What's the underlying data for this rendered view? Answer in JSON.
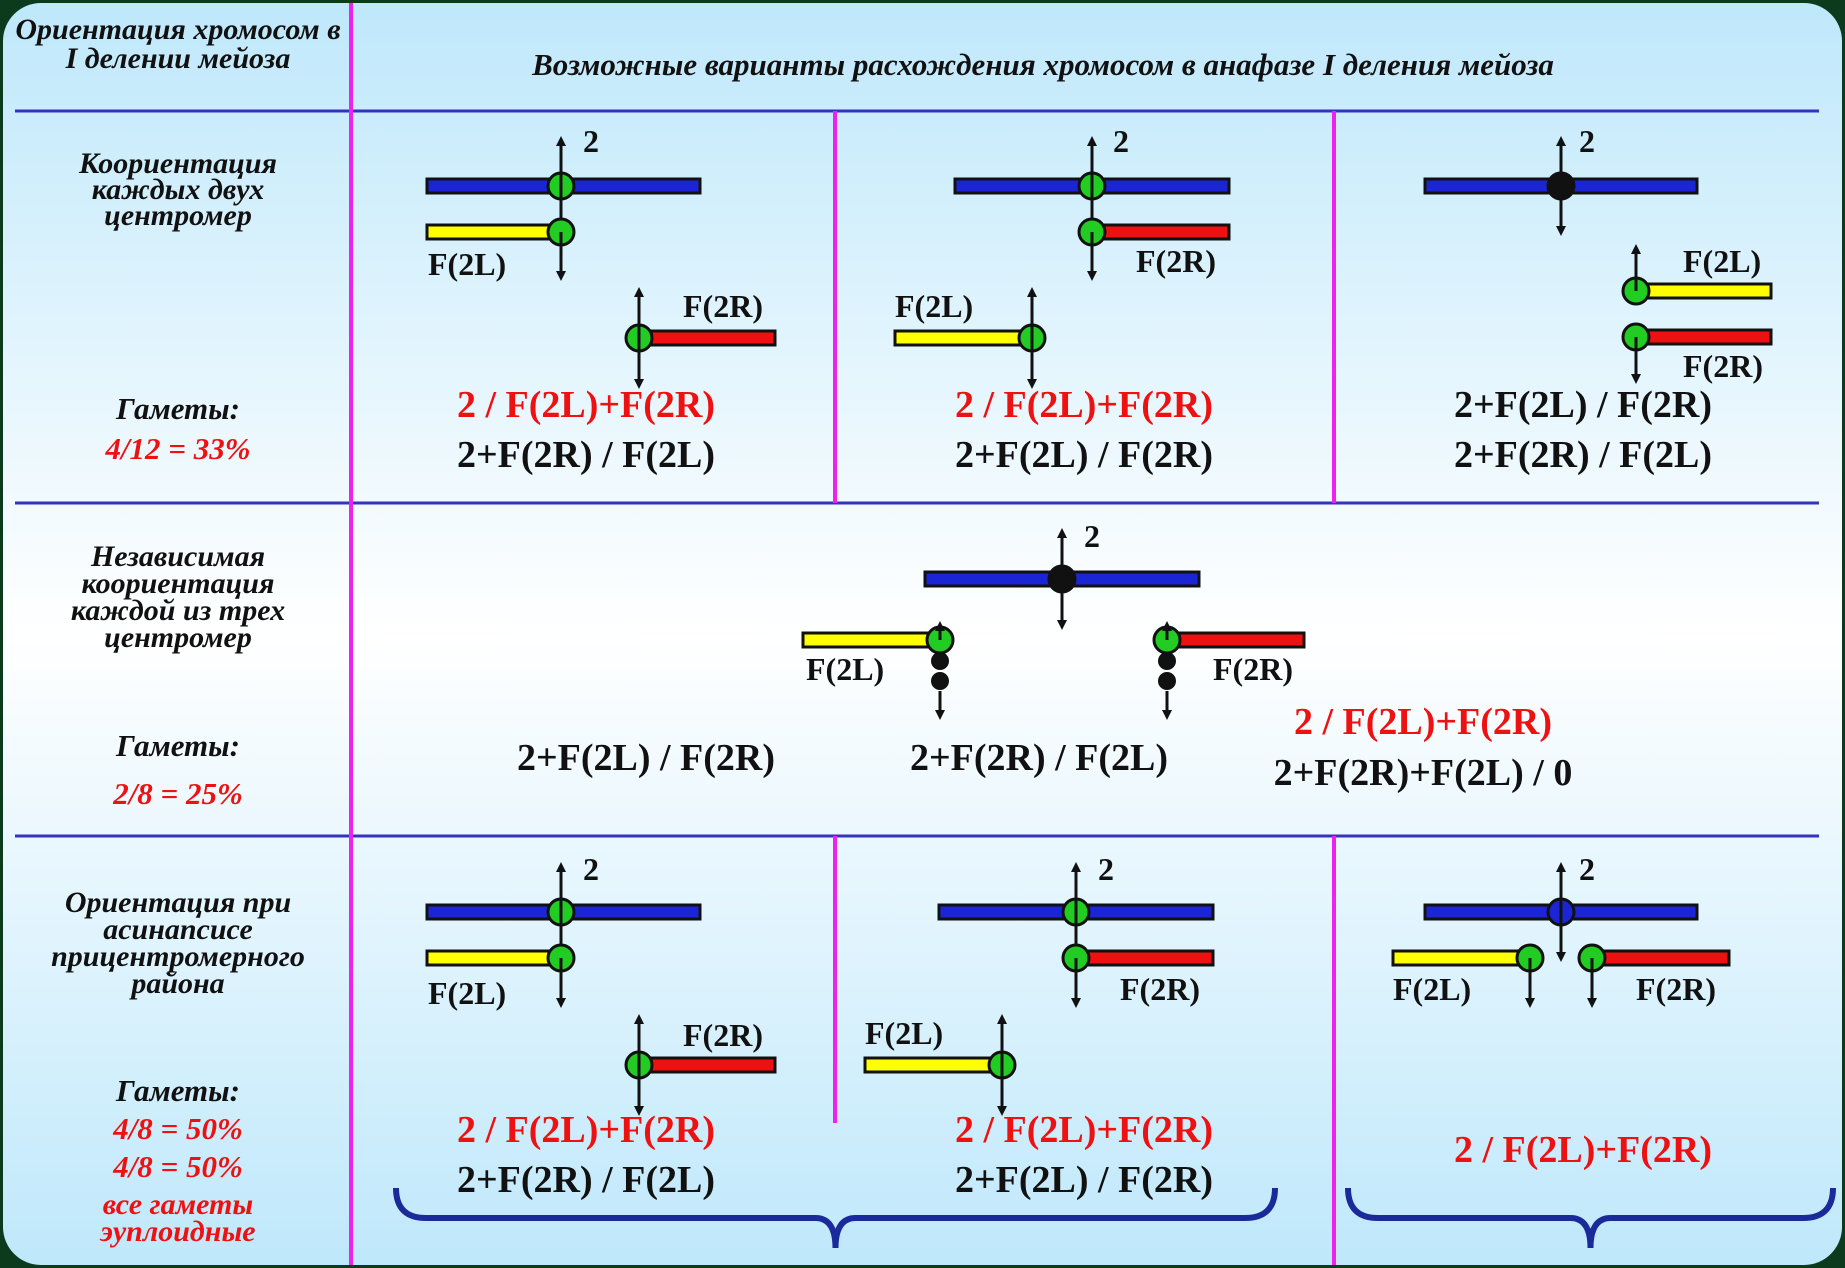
{
  "header": {
    "left": "Ориентация хромосом в I делении мейоза",
    "right": "Возможные варианты расхождения хромосом в анафазе I деления мейоза"
  },
  "labels": {
    "chr2": "2",
    "f2l": "F(2L)",
    "f2r": "F(2R)"
  },
  "rows": [
    {
      "title": "Коориентация каждых двух центромер",
      "gametes_label": "Гаметы:",
      "gametes_values": [
        "4/12 = 33%"
      ],
      "results": [
        [
          "2 / F(2L)+F(2R)",
          "2+F(2R) / F(2L)"
        ],
        [
          "2 / F(2L)+F(2R)",
          "2+F(2L) / F(2R)"
        ],
        [
          "2+F(2L) / F(2R)",
          "2+F(2R) / F(2L)"
        ]
      ]
    },
    {
      "title": "Независимая коориентация каждой из трех центромер",
      "gametes_label": "Гаметы:",
      "gametes_values": [
        "2/8 = 25%"
      ],
      "results": [
        "2+F(2L) / F(2R)",
        "2+F(2R) / F(2L)",
        "2 / F(2L)+F(2R)",
        "2+F(2R)+F(2L) / 0"
      ]
    },
    {
      "title": "Ориентация при асинапсисе прицентромерного района",
      "gametes_label": "Гаметы:",
      "gametes_values": [
        "4/8 = 50%",
        "4/8 = 50%"
      ],
      "note": "все гаметы эуплоидные",
      "results": [
        [
          "2 / F(2L)+F(2R)",
          "2+F(2R) / F(2L)"
        ],
        [
          "2 / F(2L)+F(2R)",
          "2+F(2L) / F(2R)"
        ],
        [
          "2 / F(2L)+F(2R)"
        ]
      ]
    }
  ],
  "colors": {
    "chromosome_2": "#1c25d6",
    "f2l": "#ffff00",
    "f2r": "#ee1111",
    "centromere": "#22cc22",
    "grid_horizontal": "#3333bb",
    "grid_vertical": "#ee22ee",
    "accent_red": "#ee1111"
  }
}
